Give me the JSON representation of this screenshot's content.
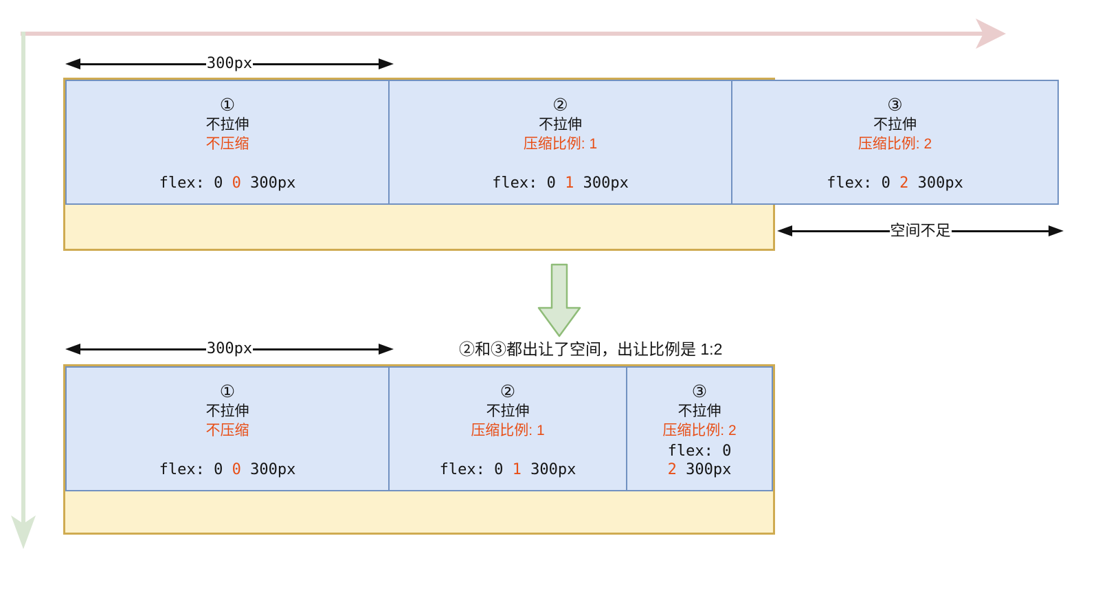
{
  "labels": {
    "top_measure": "300px",
    "bottom_measure": "300px",
    "space_shortage": "空间不足",
    "caption": "②和③都出让了空间，出让比例是 1:2"
  },
  "colors": {
    "item_fill": "#dbe6f8",
    "item_border": "#7191c1",
    "container_fill": "#fdf2cc",
    "container_border": "#cfab51",
    "highlight_red": "#e84e16",
    "axis_arrow_pink": "#eacdcd",
    "axis_arrow_green": "#d8e6d2",
    "down_arrow_fill": "#d9e8d3",
    "down_arrow_border": "#8fbc78"
  },
  "before": {
    "items": [
      {
        "number": "①",
        "stretch": "不拉伸",
        "shrink": "不压缩",
        "code_pre": "flex: 0 ",
        "code_shrink": "0",
        "code_post": " 300px"
      },
      {
        "number": "②",
        "stretch": "不拉伸",
        "shrink": "压缩比例: 1",
        "code_pre": "flex: 0 ",
        "code_shrink": "1",
        "code_post": " 300px"
      },
      {
        "number": "③",
        "stretch": "不拉伸",
        "shrink": "压缩比例: 2",
        "code_pre": "flex: 0 ",
        "code_shrink": "2",
        "code_post": " 300px"
      }
    ]
  },
  "after": {
    "items": [
      {
        "number": "①",
        "stretch": "不拉伸",
        "shrink": "不压缩",
        "code_pre": "flex: 0 ",
        "code_shrink": "0",
        "code_post": " 300px"
      },
      {
        "number": "②",
        "stretch": "不拉伸",
        "shrink": "压缩比例: 1",
        "code_pre": "flex: 0 ",
        "code_shrink": "1",
        "code_post": " 300px"
      },
      {
        "number": "③",
        "stretch": "不拉伸",
        "shrink": "压缩比例: 2",
        "code_pre": "flex: 0",
        "code_shrink": "2",
        "code_post": " 300px"
      }
    ]
  }
}
